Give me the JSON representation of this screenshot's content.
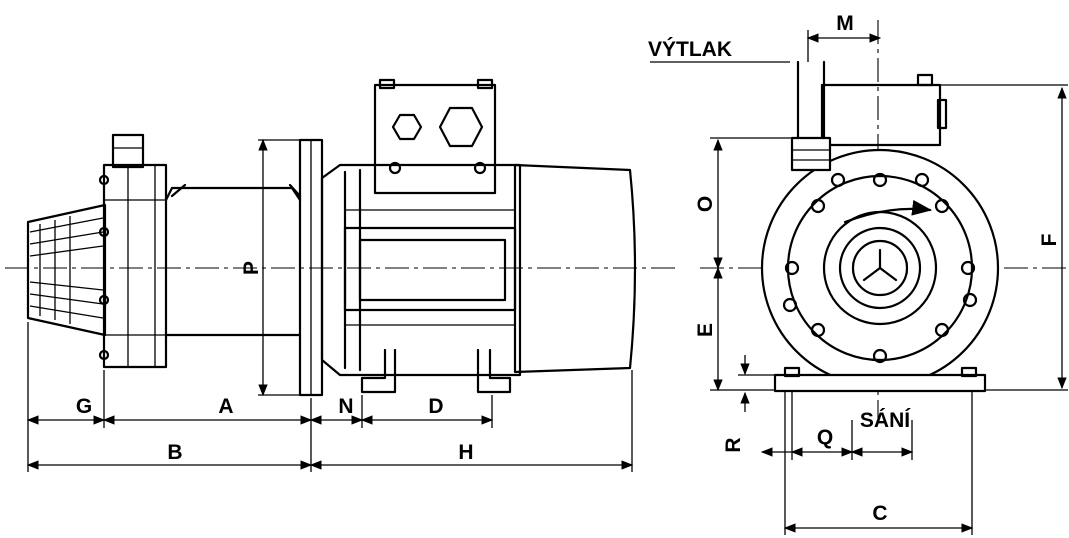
{
  "labels": {
    "a": "A",
    "b": "B",
    "c": "C",
    "d": "D",
    "e": "E",
    "f": "F",
    "g": "G",
    "h": "H",
    "m": "M",
    "n": "N",
    "o": "O",
    "p": "P",
    "q": "Q",
    "r": "R",
    "discharge": "VÝTLAK",
    "suction": "SÁNÍ"
  }
}
